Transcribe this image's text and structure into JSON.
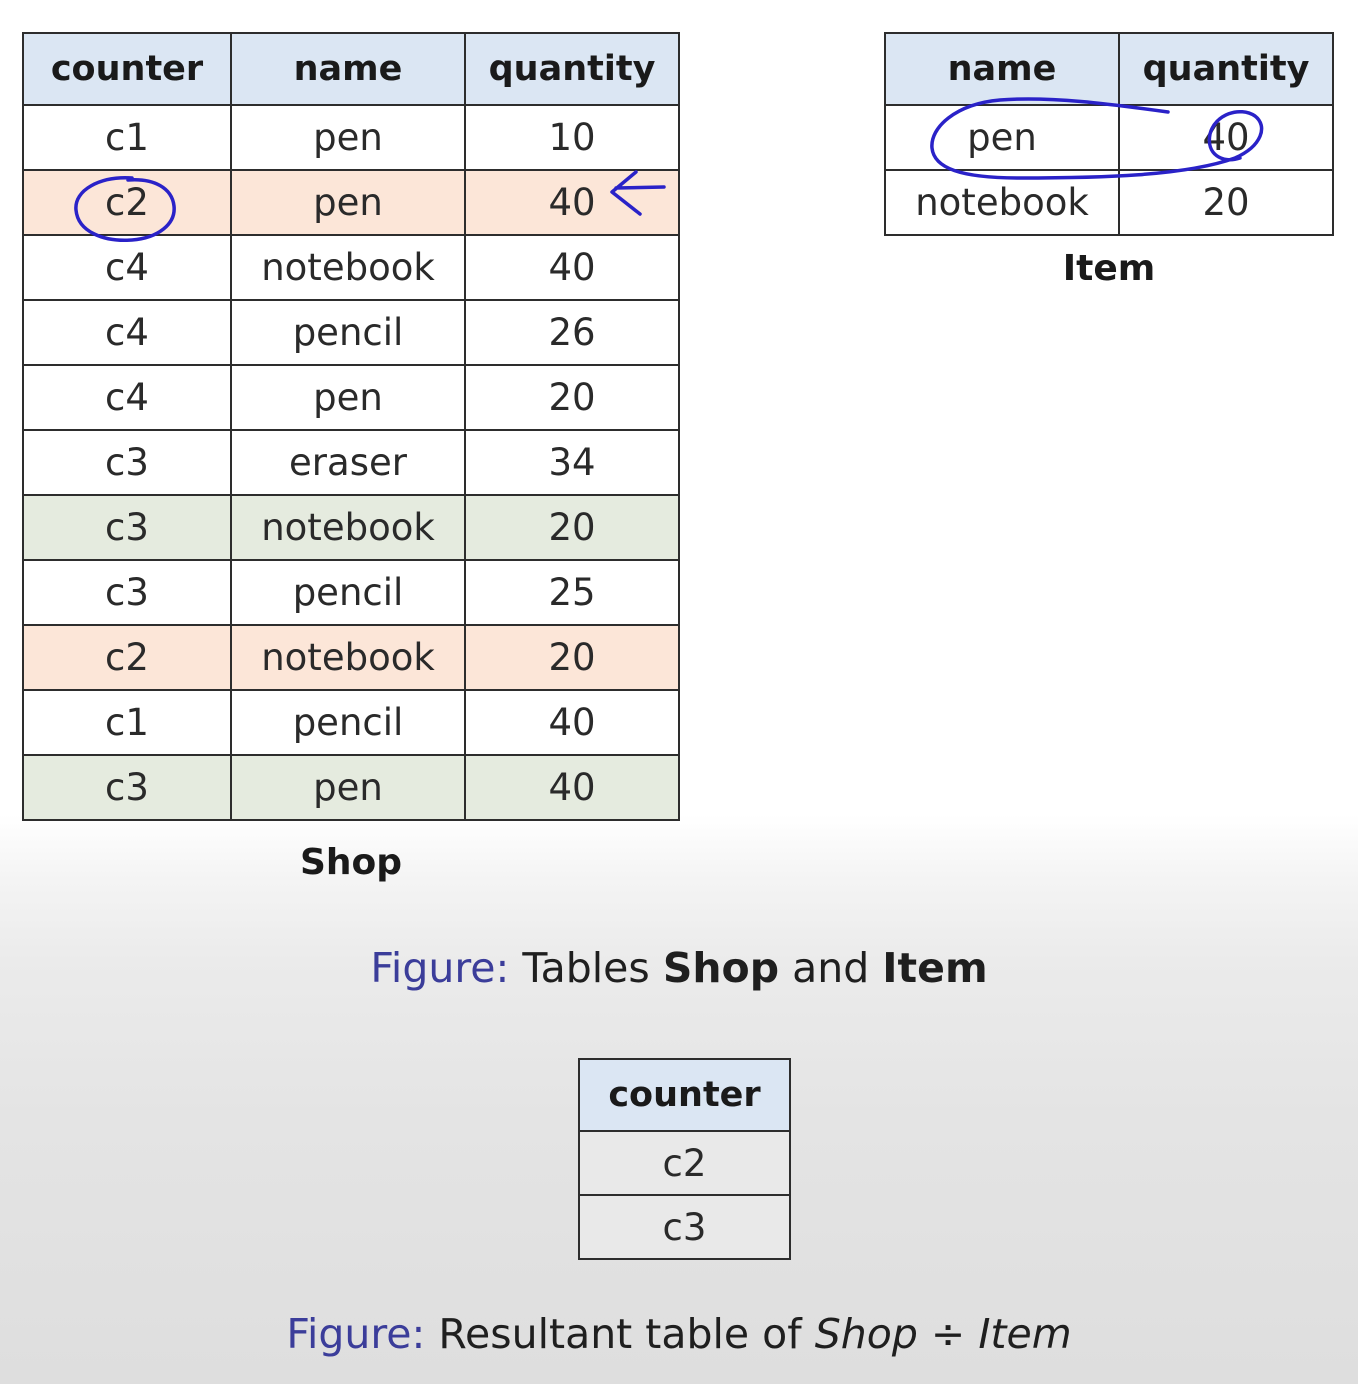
{
  "shop": {
    "columns": [
      "counter",
      "name",
      "quantity"
    ],
    "rows": [
      {
        "counter": "c1",
        "name": "pen",
        "quantity": "10",
        "highlight": "none"
      },
      {
        "counter": "c2",
        "name": "pen",
        "quantity": "40",
        "highlight": "orange"
      },
      {
        "counter": "c4",
        "name": "notebook",
        "quantity": "40",
        "highlight": "none"
      },
      {
        "counter": "c4",
        "name": "pencil",
        "quantity": "26",
        "highlight": "none"
      },
      {
        "counter": "c4",
        "name": "pen",
        "quantity": "20",
        "highlight": "none"
      },
      {
        "counter": "c3",
        "name": "eraser",
        "quantity": "34",
        "highlight": "none"
      },
      {
        "counter": "c3",
        "name": "notebook",
        "quantity": "20",
        "highlight": "green"
      },
      {
        "counter": "c3",
        "name": "pencil",
        "quantity": "25",
        "highlight": "none"
      },
      {
        "counter": "c2",
        "name": "notebook",
        "quantity": "20",
        "highlight": "orange"
      },
      {
        "counter": "c1",
        "name": "pencil",
        "quantity": "40",
        "highlight": "none"
      },
      {
        "counter": "c3",
        "name": "pen",
        "quantity": "40",
        "highlight": "green"
      }
    ],
    "label": "Shop"
  },
  "item": {
    "columns": [
      "name",
      "quantity"
    ],
    "rows": [
      {
        "name": "pen",
        "quantity": "40"
      },
      {
        "name": "notebook",
        "quantity": "20"
      }
    ],
    "label": "Item"
  },
  "caption1": {
    "prefix": "Figure:",
    "text1": "Tables",
    "bold1": "Shop",
    "text2": "and",
    "bold2": "Item"
  },
  "result": {
    "columns": [
      "counter"
    ],
    "rows": [
      {
        "counter": "c2"
      },
      {
        "counter": "c3"
      }
    ]
  },
  "caption2": {
    "prefix": "Figure:",
    "text": "Resultant table of",
    "italic1": "Shop",
    "operator": "÷",
    "italic2": "Item"
  },
  "colors": {
    "header_bg": "#dbe6f3",
    "highlight_orange": "#fce6d8",
    "highlight_green": "#e5ebdf",
    "figure_label": "#3b3d9a",
    "annotation_ink": "#2a22c8"
  }
}
